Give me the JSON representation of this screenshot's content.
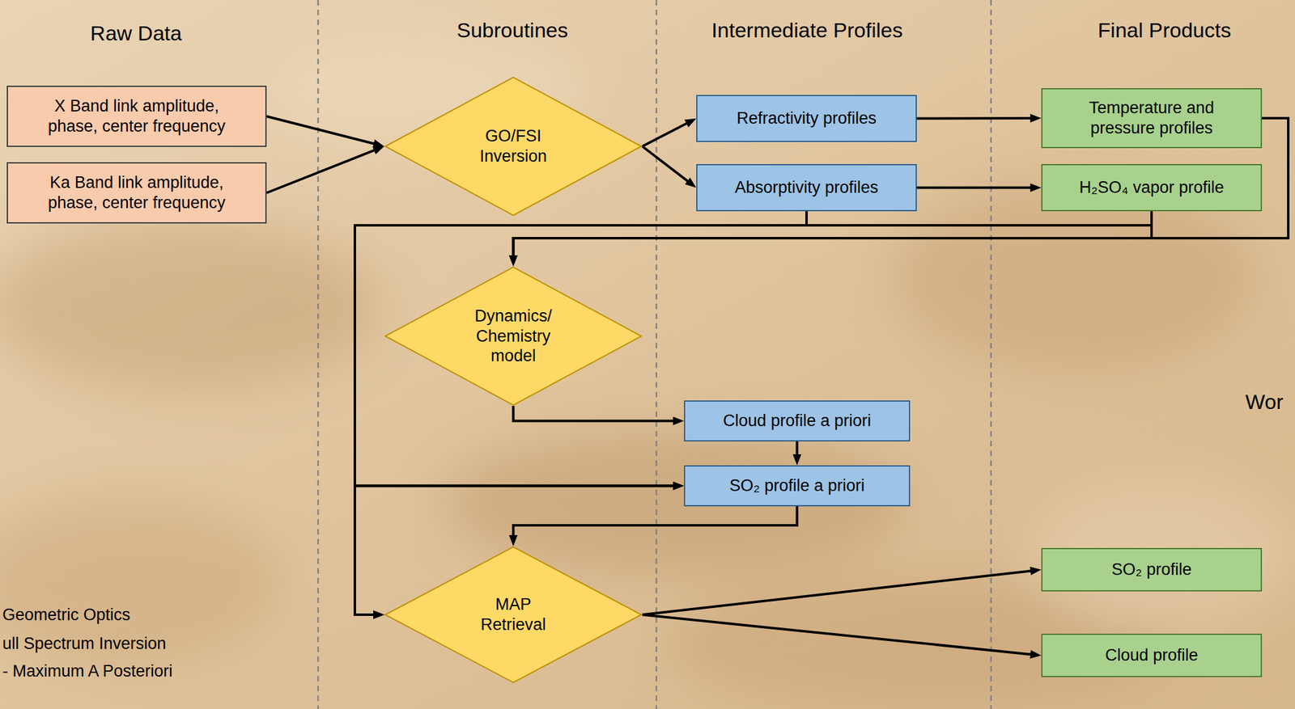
{
  "diagram": {
    "nodes": [
      {
        "text": [
          "X Band link amplitude, phase, center frequency"
        ]
      },
      {
        "text": [
          "Ka Band link amplitude, phase, center frequency"
        ]
      },
      {
        "text": [
          "GO/FSI Inversion"
        ]
      },
      {
        "text": [
          "Refractivity profiles"
        ]
      },
      {
        "text": [
          "Absorptivity profiles"
        ]
      },
      {
        "text": [
          "Temperature and pressure profiles"
        ]
      },
      {
        "text": [
          "H₂SO₄ vapor profile"
        ]
      },
      {
        "text": [
          "Dynamics/ Chemistry model"
        ]
      },
      {
        "text": [
          "Cloud profile a priori"
        ]
      },
      {
        "text": [
          "SO₂ profile a priori"
        ]
      },
      {
        "text": [
          "MAP Retrieval"
        ]
      },
      {
        "text": [
          "SO₂ profile"
        ]
      },
      {
        "text": [
          "Cloud profile"
        ]
      }
    ],
    "edges": [
      {
        "from": 0,
        "to": 2,
        "arrow": "to"
      },
      {
        "from": 1,
        "to": 2,
        "arrow": "to"
      },
      {
        "from": 2,
        "to": 3,
        "arrow": "to"
      },
      {
        "from": 2,
        "to": 4,
        "arrow": "to"
      },
      {
        "from": 3,
        "to": 5,
        "arrow": "to"
      },
      {
        "from": 4,
        "to": 6,
        "arrow": "to"
      },
      {
        "from": 4,
        "to": 9,
        "arrow": "to"
      },
      {
        "from": 4,
        "to": 10,
        "arrow": "to"
      },
      {
        "from": 6,
        "to": 9,
        "arrow": "to"
      },
      {
        "from": 6,
        "to": 10,
        "arrow": "to"
      },
      {
        "from": 5,
        "to": 7,
        "arrow": "to"
      },
      {
        "from": 6,
        "to": 7,
        "arrow": "to"
      },
      {
        "from": 7,
        "to": 8,
        "arrow": "to"
      },
      {
        "from": 8,
        "to": 9,
        "arrow": "to"
      },
      {
        "from": 9,
        "to": 10,
        "arrow": "to"
      },
      {
        "from": 10,
        "to": 11,
        "arrow": "to"
      },
      {
        "from": 10,
        "to": 12,
        "arrow": "to"
      }
    ],
    "labels": [
      "Raw Data",
      "Subroutines",
      "Intermediate Profiles",
      "Final Products",
      "Geometric Optics",
      "ull Spectrum Inversion",
      "- Maximum A Posteriori",
      "Wor"
    ]
  }
}
